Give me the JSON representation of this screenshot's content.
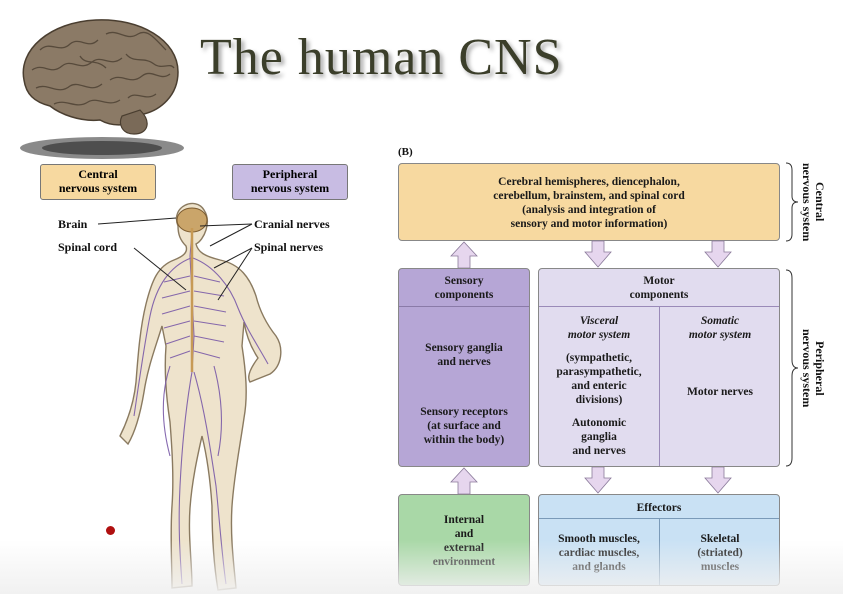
{
  "slide": {
    "title": "The human CNS"
  },
  "left_figure": {
    "cns_tag": "Central\nnervous system",
    "pns_tag": "Peripheral\nnervous system",
    "labels": {
      "brain": "Brain",
      "spinal_cord": "Spinal cord",
      "cranial_nerves": "Cranial nerves",
      "spinal_nerves": "Spinal nerves"
    }
  },
  "diagram": {
    "panel_label": "(B)",
    "cns_box": "Cerebral hemispheres, diencephalon,\ncerebellum, brainstem, and spinal cord\n(analysis and integration of\nsensory and motor information)",
    "sensory": {
      "header": "Sensory\ncomponents",
      "ganglia": "Sensory ganglia\nand nerves",
      "receptors": "Sensory receptors\n(at surface and\nwithin the body)"
    },
    "motor": {
      "header": "Motor\ncomponents",
      "visceral_title": "Visceral\nmotor system",
      "visceral_desc": "(sympathetic,\nparasympathetic,\nand enteric\ndivisions)",
      "autonomic": "Autonomic\nganglia\nand nerves",
      "somatic_title": "Somatic\nmotor system",
      "motor_nerves": "Motor nerves"
    },
    "environment": "Internal\nand\nexternal\nenvironment",
    "effectors": {
      "header": "Effectors",
      "smooth": "Smooth muscles,\ncardiac muscles,\nand glands",
      "skeletal": "Skeletal\n(striated)\nmuscles"
    },
    "side_labels": {
      "central": "Central\nnervous system",
      "peripheral": "Peripheral\nnervous system"
    }
  },
  "colors": {
    "cns_fill": "#f7d9a0",
    "sensory_fill": "#b6a6d6",
    "motor_fill": "#e1dcef",
    "environment_fill": "#a9d8a7",
    "effectors_fill": "#c9e1f4",
    "arrow_fill": "#e6d6ee"
  }
}
